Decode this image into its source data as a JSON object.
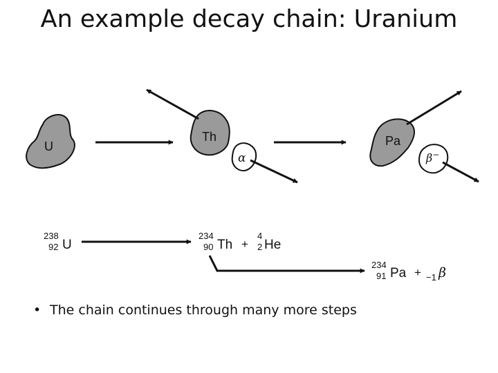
{
  "slide": {
    "title": "An example decay chain: Uranium",
    "bullet_marker": "•",
    "bullet_text": "The chain continues through many more steps"
  },
  "diagram": {
    "pictorial": {
      "parent_label": "U",
      "daughter1_label": "Th",
      "alpha_label": "α",
      "daughter2_label": "Pa",
      "beta_label": "β",
      "beta_charge": "−"
    },
    "equation": {
      "u": {
        "mass": "238",
        "atomic": "92",
        "symbol": "U"
      },
      "th": {
        "mass": "234",
        "atomic": "90",
        "symbol": "Th"
      },
      "plus1": "+",
      "he": {
        "mass": "4",
        "atomic": "2",
        "symbol": "He"
      },
      "pa": {
        "mass": "234",
        "atomic": "91",
        "symbol": "Pa"
      },
      "plus2": "+",
      "beta": {
        "subscript": "−1",
        "symbol": "β"
      }
    },
    "colors": {
      "nucleus_fill": "#9a9a9a",
      "stroke": "#111111",
      "particle_fill": "#ffffff"
    }
  }
}
